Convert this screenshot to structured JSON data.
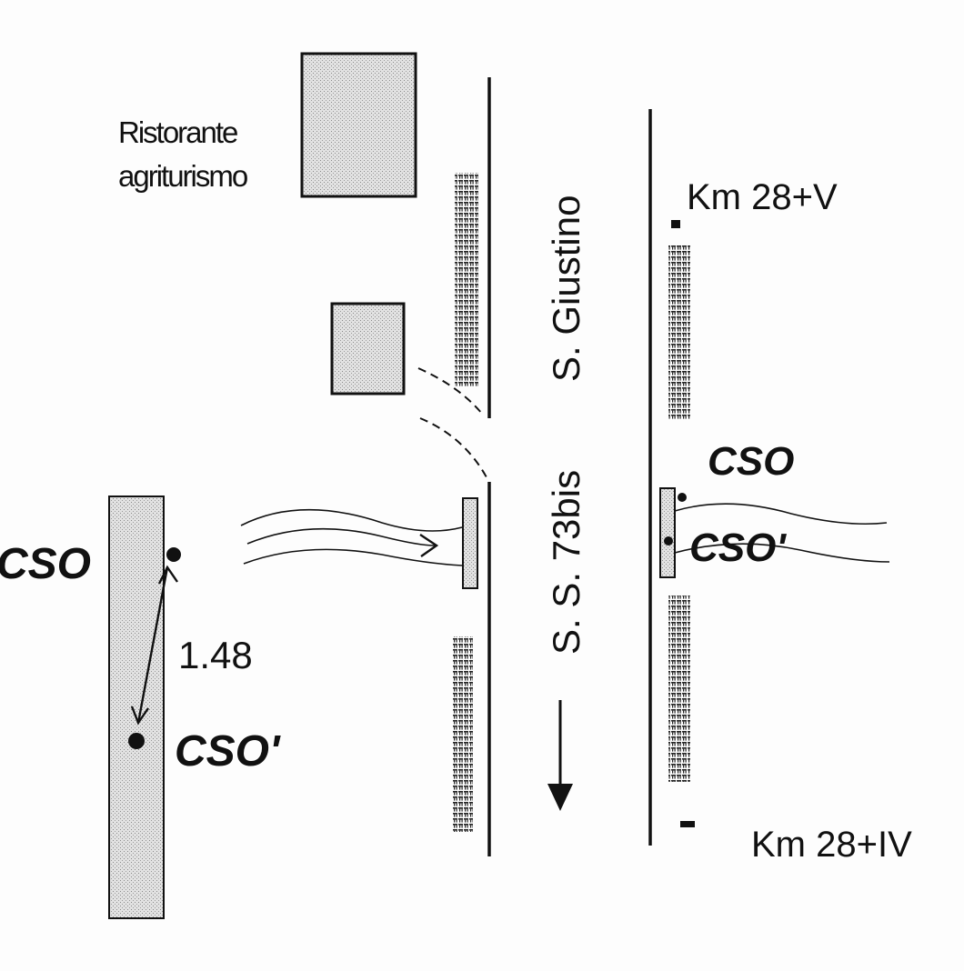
{
  "labels": {
    "restaurant_line1": "Ristorante",
    "restaurant_line2": "agriturismo",
    "km_upper": "Km 28+V",
    "km_lower": "Km 28+IV",
    "road_name": "S. S. 73bis",
    "locality": "S. Giustino",
    "cso_left": "CSO",
    "cso_prime_left": "CSO'",
    "distance": "1.48",
    "cso_right": "CSO",
    "cso_prime_right": "CSO'"
  },
  "colors": {
    "ink": "#111111",
    "fill": "#d8d8d8"
  }
}
